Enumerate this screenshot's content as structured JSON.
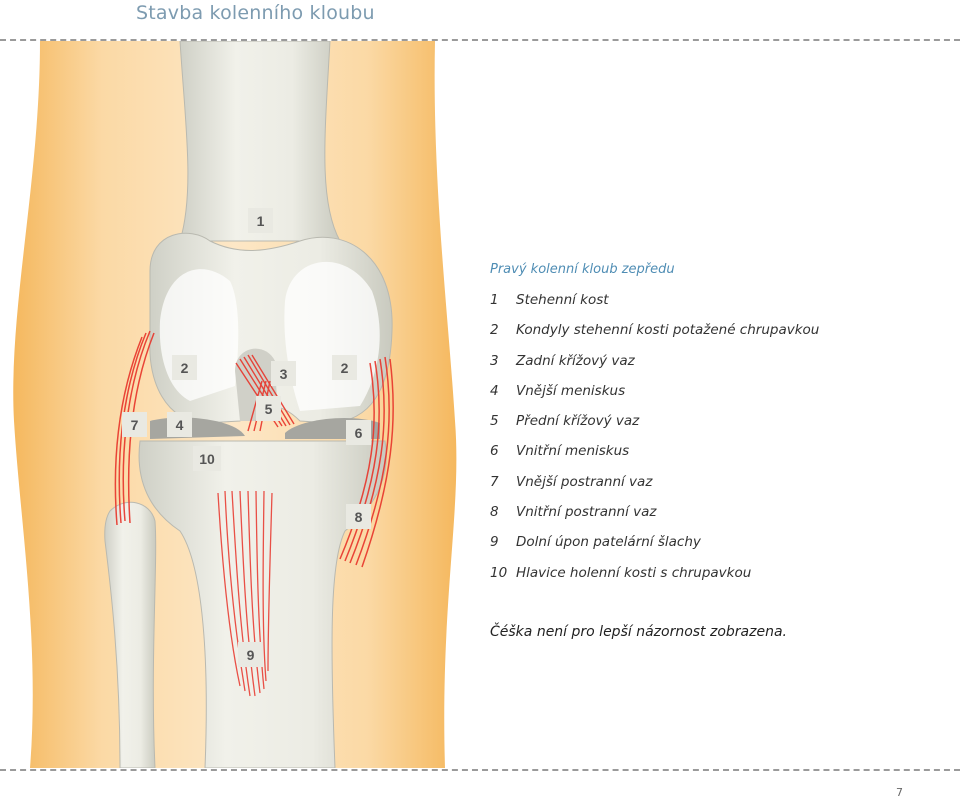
{
  "page": {
    "title": "Stavba kolenního kloubu",
    "page_number": "7"
  },
  "figure": {
    "markers": [
      {
        "label": "1",
        "name": "femur"
      },
      {
        "label": "2",
        "name": "femoral-condyle-left"
      },
      {
        "label": "2",
        "name": "femoral-condyle-right"
      },
      {
        "label": "3",
        "name": "posterior-cruciate-ligament"
      },
      {
        "label": "4",
        "name": "lateral-meniscus"
      },
      {
        "label": "5",
        "name": "anterior-cruciate-ligament"
      },
      {
        "label": "6",
        "name": "medial-meniscus"
      },
      {
        "label": "7",
        "name": "lateral-collateral-ligament"
      },
      {
        "label": "8",
        "name": "medial-collateral-ligament"
      },
      {
        "label": "9",
        "name": "patellar-tendon"
      },
      {
        "label": "10",
        "name": "tibial-head"
      }
    ],
    "colors": {
      "skin": "#f7c987",
      "bone": "#e8e8e0",
      "cartilage": "#d7d7d2",
      "ligament": "#e8342a",
      "marker_bg": "#e9e9e2"
    }
  },
  "legend": {
    "heading": "Pravý kolenní kloub zepředu",
    "items": [
      {
        "num": "1",
        "text": "Stehenní kost"
      },
      {
        "num": "2",
        "text": "Kondyly stehenní kosti potažené chrupavkou"
      },
      {
        "num": "3",
        "text": "Zadní křížový vaz"
      },
      {
        "num": "4",
        "text": "Vnější meniskus"
      },
      {
        "num": "5",
        "text": "Přední křížový vaz"
      },
      {
        "num": "6",
        "text": "Vnitřní meniskus"
      },
      {
        "num": "7",
        "text": "Vnější postranní vaz"
      },
      {
        "num": "8",
        "text": "Vnitřní postranní vaz"
      },
      {
        "num": "9",
        "text": "Dolní úpon patelární šlachy"
      },
      {
        "num": "10",
        "text": "Hlavice holenní kosti s chrupavkou"
      }
    ],
    "note": "Čéška není pro lepší názornost zobrazena."
  }
}
